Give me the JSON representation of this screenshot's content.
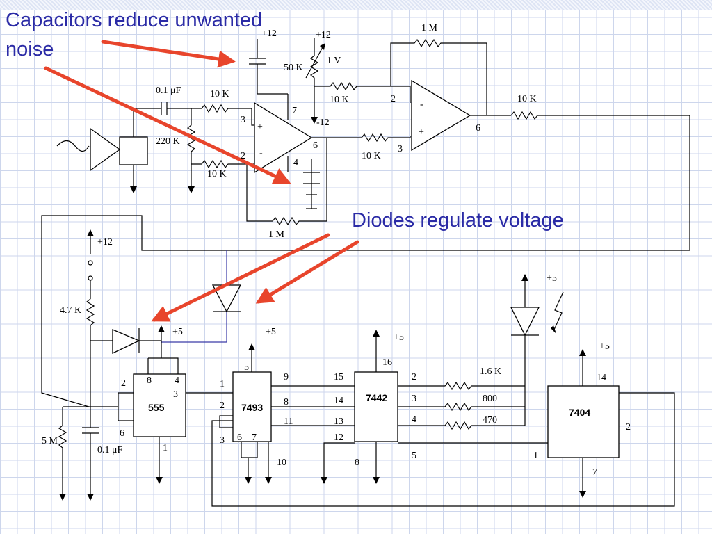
{
  "annotations": {
    "caps_line1": "Capacitors reduce unwanted",
    "caps_line2": "noise",
    "diodes": "Diodes regulate voltage"
  },
  "labels": {
    "vp12_a": "+12",
    "vp12_b": "+12",
    "vp12_c": "+12",
    "vm12": "-12",
    "one_m_top": "1 M",
    "one_v": "1 V",
    "fifty_k": "50 K",
    "cap_01uF_top": "0.1 μF",
    "r10k_a": "10 K",
    "r10k_b": "10 K",
    "r10k_c": "10 K",
    "r10k_d": "10 K",
    "r10k_e": "10 K",
    "r220k": "220 K",
    "one_m_bottom": "1 M",
    "r4_7k": "4.7 K",
    "r5m": "5 M",
    "cap_01uF_bottom": "0.1 μF",
    "vp5_a": "+5",
    "vp5_b": "+5",
    "vp5_c": "+5",
    "vp5_d": "+5",
    "vp5_e": "+5",
    "r1_6k": "1.6 K",
    "r800": "800",
    "r470": "470"
  },
  "pins": {
    "u1_3": "3",
    "u1_2": "2",
    "u1_7": "7",
    "u1_4": "4",
    "u1_6": "6",
    "u2_2": "2",
    "u2_3": "3",
    "u2_6": "6",
    "t555_2": "2",
    "t555_8": "8",
    "t555_4": "4",
    "t555_3": "3",
    "t555_6": "6",
    "t555_1": "1",
    "c7493_5": "5",
    "c7493_1": "1",
    "c7493_2": "2",
    "c7493_3": "3",
    "c7493_6": "6",
    "c7493_7": "7",
    "c7493_9": "9",
    "c7493_8": "8",
    "c7493_11": "11",
    "c7493_10": "10",
    "c7442_15": "15",
    "c7442_14": "14",
    "c7442_13": "13",
    "c7442_12": "12",
    "c7442_16": "16",
    "c7442_2": "2",
    "c7442_3": "3",
    "c7442_4": "4",
    "c7442_5": "5",
    "c7442_8": "8",
    "c7404_14": "14",
    "c7404_2": "2",
    "c7404_1": "1",
    "c7404_7": "7"
  },
  "chips": {
    "timer": "555",
    "counter": "7493",
    "decoder": "7442",
    "inverter": "7404"
  },
  "signs": {
    "u1_plus": "+",
    "u1_minus": "-",
    "u2_minus": "-",
    "u2_plus": "+"
  },
  "colors": {
    "arrow": "#e8452c",
    "annotation_text": "#2b2ba6",
    "grid": "#cdd6ec"
  }
}
